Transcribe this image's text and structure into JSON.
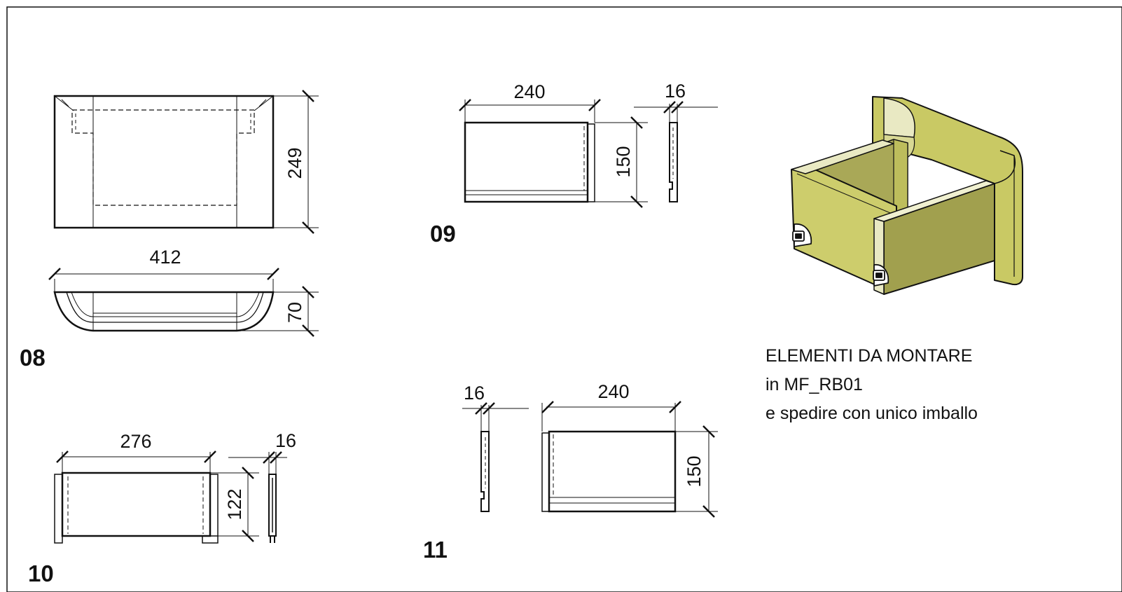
{
  "colors": {
    "ink": "#111111",
    "panel_light": "#d2d27a",
    "panel_mid": "#c5c560",
    "panel_dark": "#a1a04e",
    "edge_light": "#e9e9c3"
  },
  "parts": [
    {
      "label": "08",
      "dims": {
        "width": "249",
        "length": "412",
        "depth": "70"
      }
    },
    {
      "label": "09",
      "dims": {
        "length": "240",
        "height": "150",
        "thickness": "16"
      }
    },
    {
      "label": "10",
      "dims": {
        "length": "276",
        "height": "122",
        "thickness": "16"
      }
    },
    {
      "label": "11",
      "dims": {
        "length": "240",
        "height": "150",
        "thickness": "16"
      }
    }
  ],
  "note": {
    "line1": "ELEMENTI DA MONTARE",
    "line2": "in MF_RB01",
    "line3": "e spedire con unico imballo"
  },
  "assembly_icon": "drawer-assembly-isometric"
}
